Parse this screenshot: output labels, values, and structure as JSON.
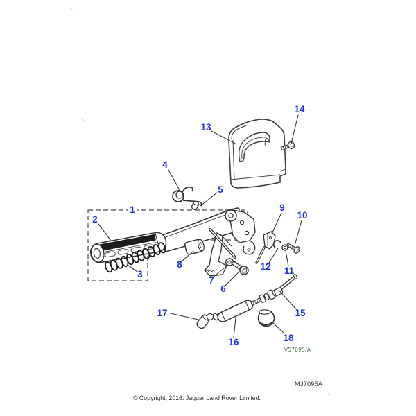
{
  "colors": {
    "background": "#ffffff",
    "callout_blue": "#2433d0",
    "drawing_line": "#333333",
    "drawing_code_green": "#4d7a4f",
    "footer_text": "#2f2f2f"
  },
  "diagram": {
    "callouts": [
      {
        "label": "1"
      },
      {
        "label": "2"
      },
      {
        "label": "3"
      },
      {
        "label": "4"
      },
      {
        "label": "5"
      },
      {
        "label": "6"
      },
      {
        "label": "7"
      },
      {
        "label": "8"
      },
      {
        "label": "9"
      },
      {
        "label": "10"
      },
      {
        "label": "11"
      },
      {
        "label": "12"
      },
      {
        "label": "13"
      },
      {
        "label": "14"
      },
      {
        "label": "15"
      },
      {
        "label": "16"
      },
      {
        "label": "17"
      },
      {
        "label": "18"
      }
    ],
    "drawing_code": "V57095/A",
    "figure_code": "MJ7095A"
  },
  "footer": {
    "copyright": "© Copyright, 2016. Jaguar Land Rover Limited."
  }
}
